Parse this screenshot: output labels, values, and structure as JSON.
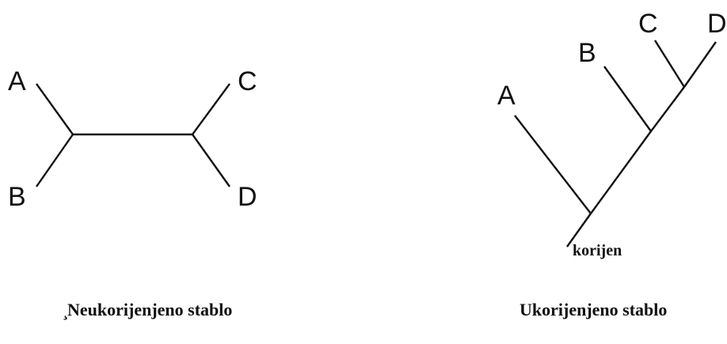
{
  "unrooted_tree": {
    "caption": "Neukorijenjeno stablo",
    "caption_prefix": "¸",
    "nodes": {
      "a": "A",
      "b": "B",
      "c": "C",
      "d": "D"
    }
  },
  "rooted_tree": {
    "caption": "Ukorijenjeno stablo",
    "root_label": "korijen",
    "nodes": {
      "a": "A",
      "b": "B",
      "c": "C",
      "d": "D"
    }
  },
  "colors": {
    "ink": "#111111",
    "background": "#ffffff"
  }
}
